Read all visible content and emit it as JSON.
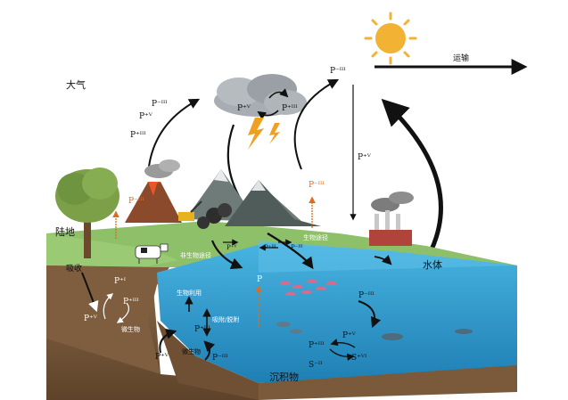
{
  "title": "",
  "regions": {
    "atmosphere": "大气",
    "land": "陆地",
    "water": "水体",
    "sediment": "沉积物"
  },
  "processes": {
    "transport": "运输",
    "uptake": "吸收",
    "abiotic_pathway": "非生物途径",
    "biotic_pathway": "生物途径",
    "bio_utilization": "生物利用",
    "adsorption": "吸附/脱附",
    "microbe_soil": "微生物",
    "microbe_sediment": "微生物"
  },
  "species": {
    "air_p3": "P⁻ᴵᴵᴵ",
    "air_p5": "P⁺ⱽ",
    "air_p3b": "P⁺ᴵᴵᴵ",
    "cloud_p5": "P⁺ⱽ",
    "cloud_p3": "P⁺ᴵᴵᴵ",
    "sky_p3": "P⁻ᴵᴵᴵ",
    "fall_p5": "P⁺ⱽ",
    "volcano_p3": "P⁻ᴵᴵᴵ",
    "river_p3": "P⁻ᴵᴵᴵ",
    "ground_p5": "P⁺ⱽ",
    "ground_p3": "P⁺ᴵᴵᴵ",
    "ground_pm3": "P⁻ᴵᴵᴵ",
    "soil_p1": "P⁺ᴵ",
    "soil_p3": "P⁺ᴵᴵᴵ",
    "soil_p5": "P⁺ⱽ",
    "water_up_p": "P",
    "water_p3": "P⁻ᴵᴵᴵ",
    "lake_p3": "P⁺ᴵᴵᴵ",
    "lake_p5": "P⁺ⱽ",
    "lake_pm3": "P⁻ᴵᴵᴵ",
    "sed_p3": "P⁺ᴵᴵᴵ",
    "sed_p5": "P⁺ⱽ",
    "sed_s2": "S⁻ᴵᴵ",
    "sed_s6": "S⁺ⱽᴵ"
  },
  "colors": {
    "soil": "#7a5a3a",
    "water": "#2c9fd0",
    "grass": "#8ec06a",
    "orange_label": "#e06a1f",
    "sun": "#f2b233"
  }
}
